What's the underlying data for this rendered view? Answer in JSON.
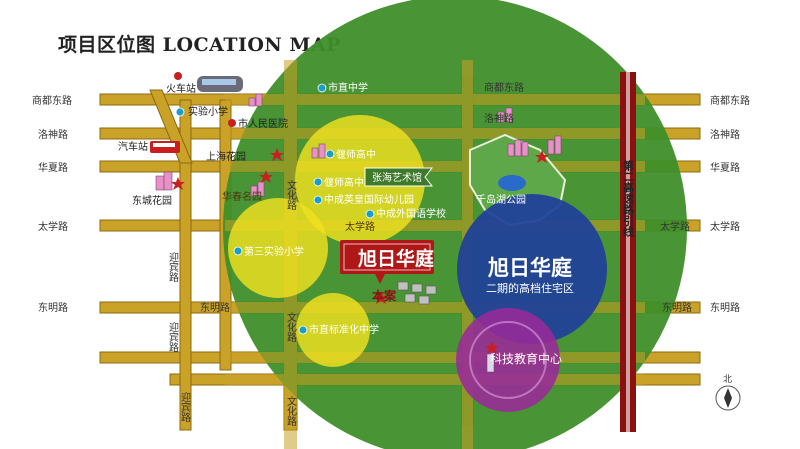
{
  "title": "项目区位图 LOCATION MAP",
  "roads": {
    "shangdu_left": "商都东路",
    "shangdu_right": "商都东路",
    "shangdu_top": "商都东路",
    "luoshen_left": "洛神路",
    "luoshen_right": "洛神路",
    "luoshen_top": "洛神路",
    "huaxia_left": "华夏路",
    "huaxia_right": "华夏路",
    "taixue_left": "太学路",
    "taixue_right": "太学路",
    "taixue_mid": "太学路",
    "taixue_inner": "太学路",
    "dongming_left": "东明路",
    "dongming_right": "东明路",
    "dongming_mid": "东明路",
    "dongming_inner": "东明路",
    "yingbin_1": "迎宾路",
    "yingbin_2": "迎宾路",
    "yingbin_3": "迎宾路",
    "wenhua_1": "文化路",
    "wenhua_2": "文化路",
    "wenhua_3": "文化路",
    "expressway": "第二高速路引线"
  },
  "pois": {
    "train_station": "火车站",
    "bus_station": "汽车站",
    "shiyan_primary": "实验小学",
    "peoples_hospital": "市人民医院",
    "shanghai_garden": "上海花园",
    "dongcheng_garden": "东城花园",
    "city_middle_school": "市直中学",
    "yanshi_high_1": "偃师高中",
    "yanshi_high_2": "偃师高中",
    "zhanghai_art": "张海艺术馆",
    "kindergarten": "中成英皇国际幼儿园",
    "foreign_school": "中成外国语学校",
    "third_primary": "第三实验小学",
    "city_standard_middle": "市直标准化中学",
    "qiandao_park": "千岛湖公园",
    "xinchun_garden": "华春名园"
  },
  "project": {
    "name": "旭日华庭",
    "case_label": "本案",
    "phase2_name": "旭日华庭",
    "phase2_sub": "二期的高档住宅区",
    "tech_center": "科技教育中心"
  },
  "compass": "北",
  "colors": {
    "road": "#b8860b",
    "green_zone": "#3f8f2a",
    "yellow_zone": "#f0e020",
    "blue_zone": "#1f3f9a",
    "purple_zone": "#9a2a9a",
    "project_label": "#b01818",
    "expressway": "#8b1010"
  }
}
